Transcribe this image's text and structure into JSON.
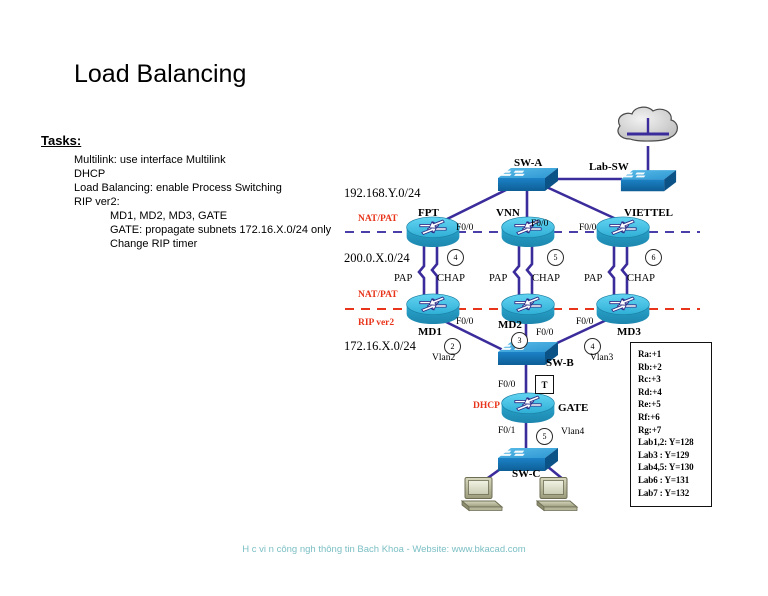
{
  "slide": {
    "title": "Load Balancing",
    "footer": "H  c vi  n công ngh   thông tin Bach Khoa -  Website: www.bkacad.com"
  },
  "tasks": {
    "heading": "Tasks:",
    "items": [
      "Multilink: use interface Multilink",
      "DHCP",
      "Load Balancing: enable Process Switching",
      "RIP ver2:",
      "MD1, MD2, MD3, GATE",
      "GATE: propagate subnets 172.16.X.0/24 only",
      "Change RIP timer"
    ]
  },
  "diagram": {
    "subnets": [
      "192.168.Y.0/24",
      "200.0.X.0/24",
      "172.16.X.0/24"
    ],
    "zone_tags": [
      "NAT/PAT",
      "NAT/PAT",
      "RIP ver2",
      "DHCP"
    ],
    "devices": {
      "sw_a": "SW-A",
      "lab_sw": "Lab-SW",
      "fpt": "FPT",
      "vnn": "VNN",
      "viettel": "VIETTEL",
      "md1": "MD1",
      "md2": "MD2",
      "md3": "MD3",
      "sw_b": "SW-B",
      "gate": "GATE",
      "sw_c": "SW-C"
    },
    "interfaces": {
      "fpt_f00": "F0/0",
      "vnn_f00": "F0/0",
      "viettel_f00": "F0/0",
      "md1_f00": "F0/0",
      "md2_f00": "F0/0",
      "md3_f00": "F0/0",
      "gate_f00": "F0/0",
      "gate_f01": "F0/1"
    },
    "auth": {
      "pap1": "PAP",
      "chap1": "CHAP",
      "pap2": "PAP",
      "chap2": "CHAP",
      "pap3": "PAP",
      "chap3": "CHAP"
    },
    "link_numbers": {
      "fpt_md1": "4",
      "vnn_md2": "5",
      "viettel_md3": "6",
      "md1_swb": "2",
      "md2_swb": "3",
      "md3_swb": "4",
      "gate_swc": "5"
    },
    "vlans": {
      "vlan2": "Vlan2",
      "vlan3": "Vlan3",
      "vlan4": "Vlan4"
    },
    "trunk_marker": "T",
    "colors": {
      "link": "#3B2C9B",
      "router_body": "#29A8CE",
      "router_top": "#3FC3E6",
      "switch_top": "#3FA9DC",
      "switch_front": "#1275BC",
      "nat_dash": "#4A3FA8",
      "rip_dash": "#E8341A",
      "accent_red": "#E8341A",
      "footer_text": "#7BBFC4"
    }
  },
  "legend": {
    "rows": [
      "Ra:+1",
      "Rb:+2",
      "Rc:+3",
      "Rd:+4",
      "Re:+5",
      "Rf:+6",
      "Rg:+7",
      "Lab1,2: Y=128",
      "Lab3   : Y=129",
      "Lab4,5: Y=130",
      "Lab6   : Y=131",
      "Lab7   : Y=132"
    ]
  }
}
